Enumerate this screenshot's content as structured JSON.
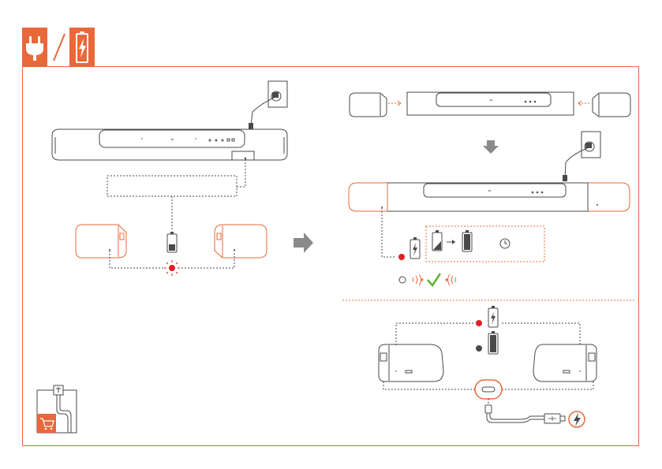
{
  "header": {
    "icons": [
      "plug-icon",
      "battery-charging-icon"
    ],
    "accent_color": "#e8683a"
  },
  "colors": {
    "orange": "#e8683a",
    "red": "#e31e24",
    "green": "#5cb531",
    "dark": "#4a4a4a",
    "gray": "#8a8a8a"
  },
  "icons": {
    "arrow_right": "arrow-right-icon",
    "arrow_down": "arrow-down-icon",
    "clock": "clock-icon",
    "usb_c": "usb-c-port-icon",
    "shopping_cart": "shopping-cart-icon",
    "checkmark": "checkmark-icon",
    "lightning": "lightning-icon"
  },
  "indicators": {
    "charging_led": "red",
    "charged_led": "dark-gray",
    "error_led": "red-blinking"
  }
}
